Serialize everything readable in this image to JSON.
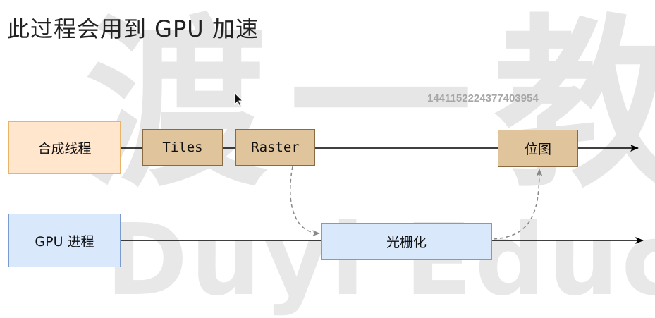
{
  "title": "此过程会用到 GPU 加速",
  "id_text": "1441152224377403954",
  "watermark": {
    "cn1": "渡",
    "cn2": "一",
    "cn3": "教",
    "en": "Duyi Educ"
  },
  "nodes": {
    "compose_thread": "合成线程",
    "tiles": "Tiles",
    "raster": "Raster",
    "bitmap": "位图",
    "gpu_process": "GPU 进程",
    "rasterize": "光栅化"
  },
  "colors": {
    "orange_light": "#ffe6cc",
    "orange_dark": "#e0c49b",
    "blue": "#dae8fc",
    "dashed_arrow": "#888888"
  }
}
